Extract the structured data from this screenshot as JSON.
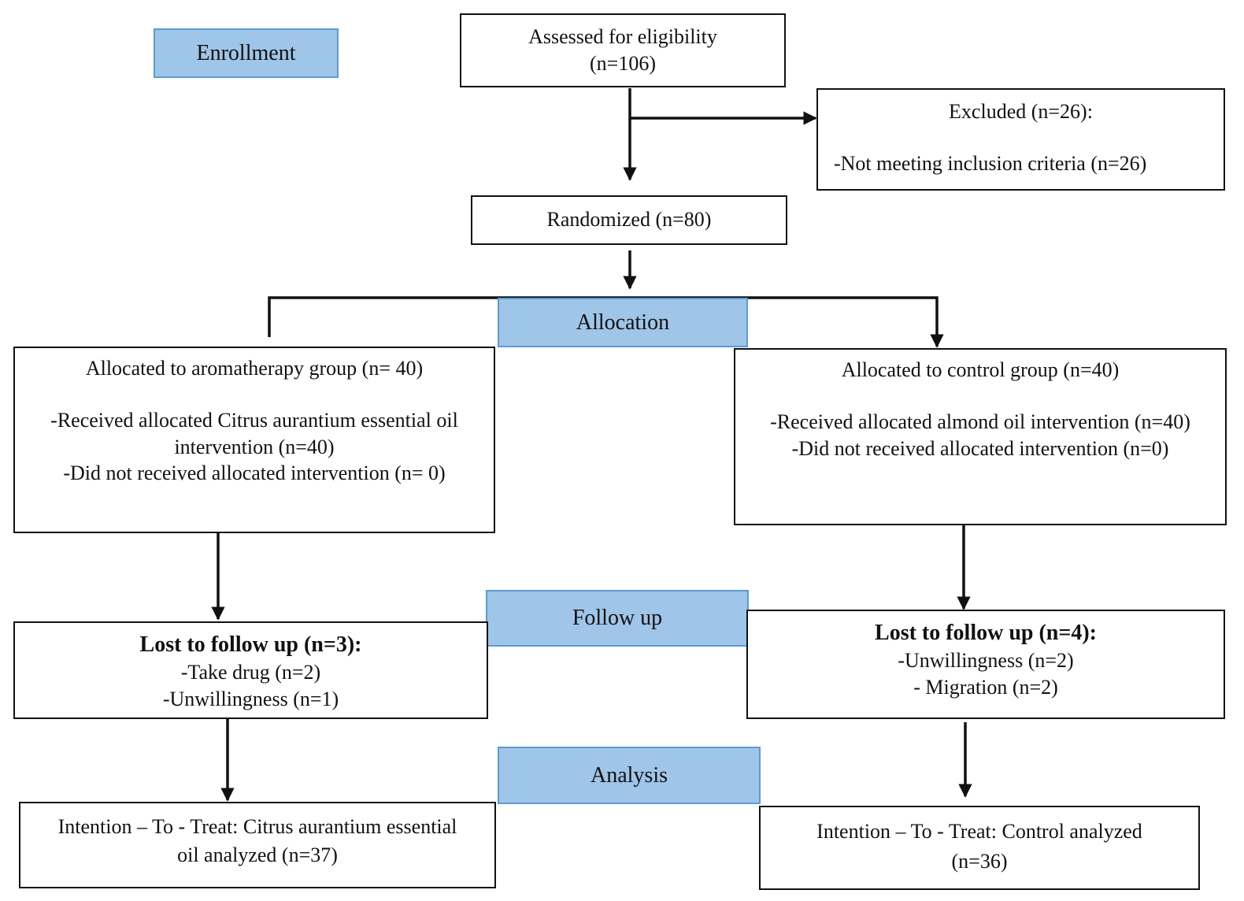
{
  "stages": {
    "enrollment": "Enrollment",
    "allocation": "Allocation",
    "follow_up": "Follow up",
    "analysis": "Analysis"
  },
  "assessed": {
    "line1": "Assessed for eligibility",
    "line2": "(n=106)"
  },
  "excluded": {
    "title": "Excluded (n=26):",
    "reason": "-Not meeting inclusion criteria (n=26)"
  },
  "randomized": "Randomized (n=80)",
  "aromatherapy_group": {
    "title": "Allocated to aromatherapy group (n= 40)",
    "line1": "-Received allocated Citrus aurantium essential oil",
    "line2": "intervention (n=40)",
    "line3": "-Did not received allocated intervention (n= 0)"
  },
  "control_group": {
    "title": "Allocated to control group (n=40)",
    "line1": "-Received allocated almond oil intervention (n=40)",
    "line2": "-Did not received allocated intervention (n=0)"
  },
  "lost_left": {
    "title": "Lost to follow up (n=3):",
    "line1": "-Take drug (n=2)",
    "line2": "-Unwillingness (n=1)"
  },
  "lost_right": {
    "title": "Lost to follow up (n=4):",
    "line1": "-Unwillingness (n=2)",
    "line2": "- Migration (n=2)"
  },
  "analysis_left": {
    "line1": "Intention – To - Treat: Citrus aurantium essential",
    "line2": "oil analyzed (n=37)"
  },
  "analysis_right": {
    "line1": "Intention – To - Treat: Control analyzed",
    "line2": "(n=36)"
  }
}
